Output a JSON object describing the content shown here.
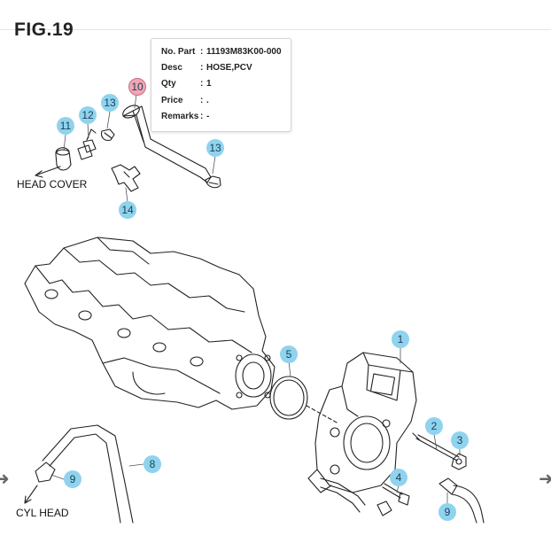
{
  "figure": {
    "title": "FIG.19"
  },
  "tooltip": {
    "rows": [
      {
        "key": "No. Part",
        "value": "11193M83K00-000"
      },
      {
        "key": "Desc",
        "value": "HOSE,PCV"
      },
      {
        "key": "Qty",
        "value": "1"
      },
      {
        "key": "Price",
        "value": "."
      },
      {
        "key": "Remarks",
        "value": "-"
      }
    ]
  },
  "labels": {
    "head_cover": "HEAD COVER",
    "cyl_head": "CYL HEAD"
  },
  "callouts": {
    "c1": "1",
    "c2": "2",
    "c3": "3",
    "c4": "4",
    "c5": "5",
    "c8": "8",
    "c9a": "9",
    "c9b": "9",
    "c10": "10",
    "c11": "11",
    "c12": "12",
    "c13a": "13",
    "c13b": "13",
    "c14": "14"
  },
  "selected_callout": "10",
  "nav": {
    "prev_icon": "arrow-left-icon",
    "next_icon": "arrow-right-icon"
  }
}
